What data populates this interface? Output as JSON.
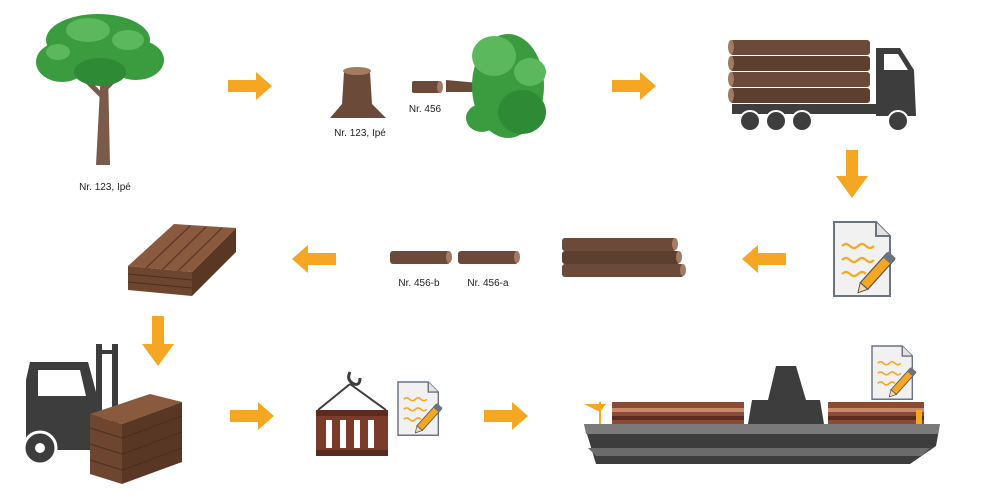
{
  "labels": {
    "tree": "Nr. 123, Ipé",
    "stump": "Nr. 123, Ipé",
    "log": "Nr. 456",
    "log_b": "Nr. 456-b",
    "log_a": "Nr. 456-a"
  },
  "icons": [
    "standing-tree-icon",
    "tree-stump-icon",
    "felled-log-icon",
    "tree-crown-icon",
    "logging-truck-icon",
    "document-sign-icon",
    "log-pile-icon",
    "split-log-icon",
    "lumber-stack-icon",
    "forklift-icon",
    "shipping-container-icon",
    "cargo-ship-icon"
  ],
  "colors": {
    "arrow": "#f5a623",
    "wood": "#6b4a3a",
    "wood_light": "#8a5c45",
    "foliage": "#3a9b3f",
    "machine": "#3d3d3d",
    "plank": "#8a5a3e",
    "container": "#7a3b2a"
  }
}
